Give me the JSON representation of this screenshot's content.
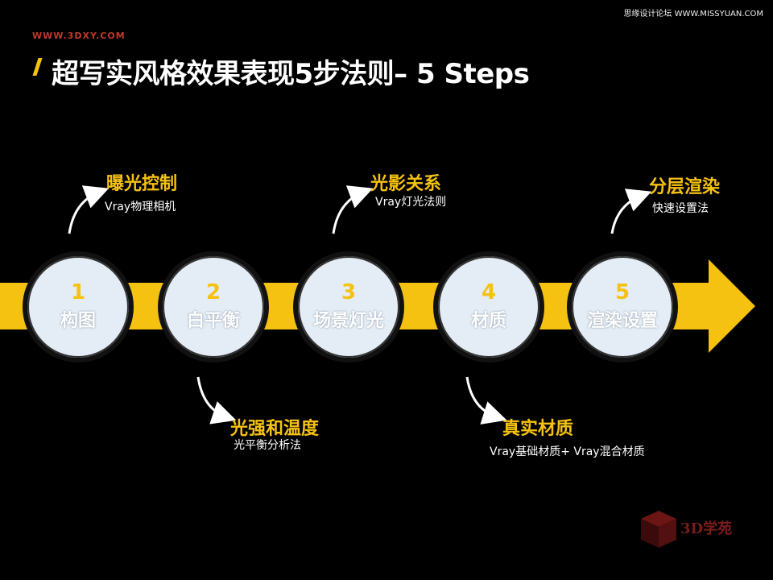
{
  "header": {
    "site": "WWW.3DXY.COM",
    "watermark": "思缘设计论坛 WWW.MISSYUAN.COM",
    "title": "超写实风格效果表现5步法则– 5 Steps"
  },
  "steps": [
    {
      "number": "1",
      "label": "构图"
    },
    {
      "number": "2",
      "label": "白平衡"
    },
    {
      "number": "3",
      "label": "场景灯光"
    },
    {
      "number": "4",
      "label": "材质"
    },
    {
      "number": "5",
      "label": "渲染设置"
    }
  ],
  "annotations": [
    {
      "heading": "曝光控制",
      "sub": "Vray物理相机"
    },
    {
      "heading": "光强和温度",
      "sub": "光平衡分析法"
    },
    {
      "heading": "光影关系",
      "sub": "Vray灯光法则"
    },
    {
      "heading": "真实材质",
      "sub": "Vray基础材质+ Vray混合材质"
    },
    {
      "heading": "分层渲染",
      "sub": "快速设置法"
    }
  ],
  "logo": {
    "text": "3D学苑"
  },
  "colors": {
    "accent": "#f5c211",
    "circle": "#e4ecf5",
    "background": "#000000"
  }
}
